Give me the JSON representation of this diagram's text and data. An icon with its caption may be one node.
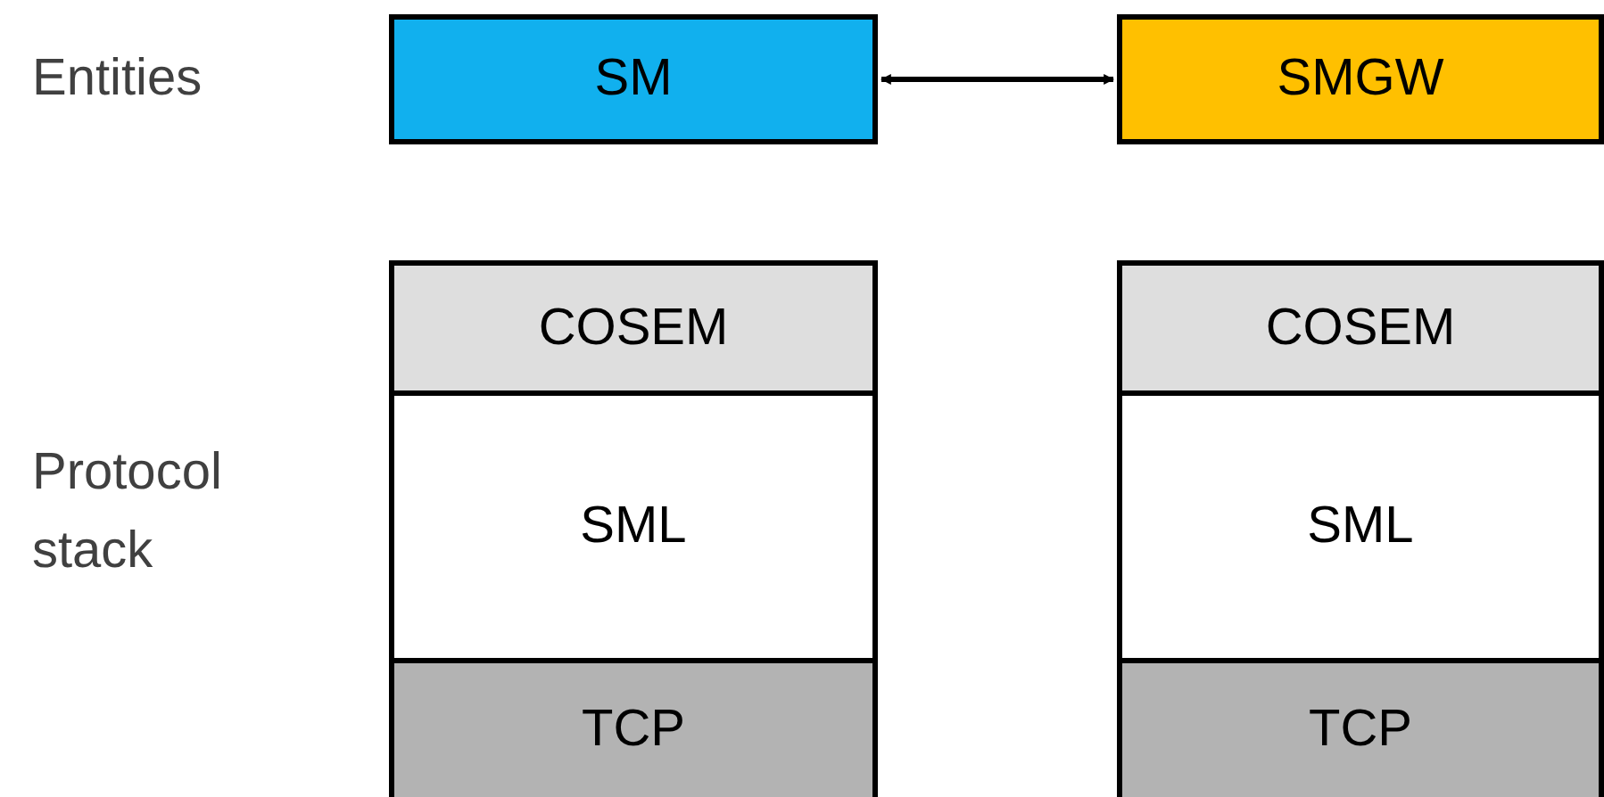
{
  "diagram": {
    "nodes": [
      {
        "text": [
          "SM"
        ]
      },
      {
        "text": [
          "SMGW"
        ]
      },
      {
        "text": [
          "COSEM"
        ]
      },
      {
        "text": [
          "SML"
        ]
      },
      {
        "text": [
          "TCP"
        ]
      },
      {
        "text": [
          "COSEM"
        ]
      },
      {
        "text": [
          "SML"
        ]
      },
      {
        "text": [
          "TCP"
        ]
      }
    ],
    "edges": [
      {
        "from": 0,
        "to": 1,
        "arrow": "both"
      }
    ],
    "labels": [
      "Entities",
      "Protocol stack"
    ]
  }
}
